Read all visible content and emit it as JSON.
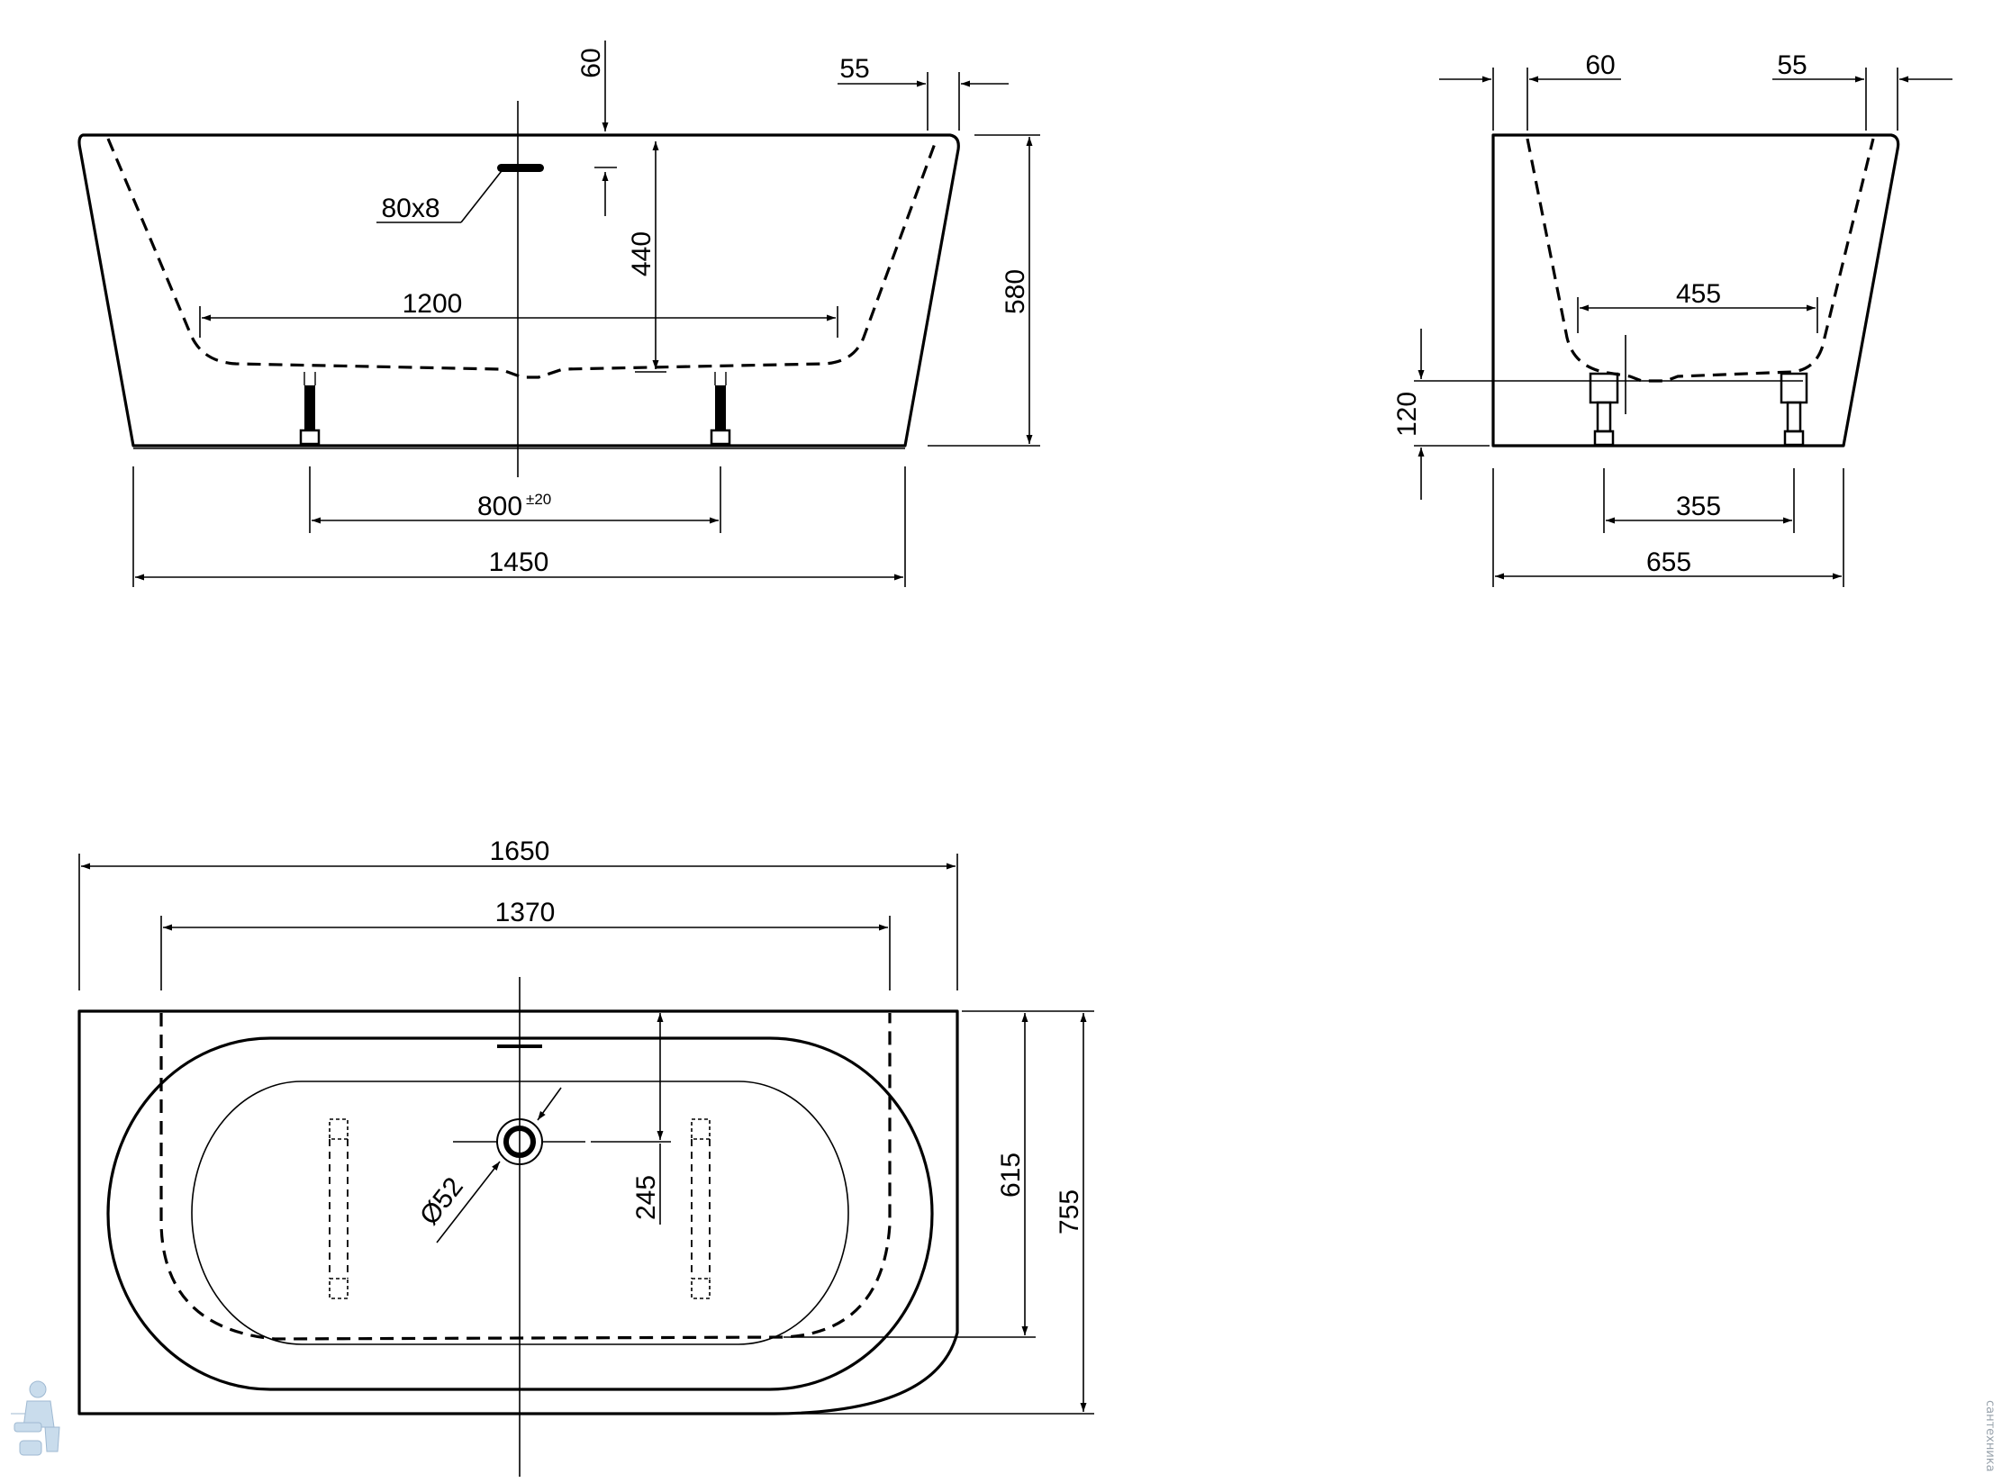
{
  "front_view": {
    "overflow_offset": "60",
    "rim_width": "55",
    "overflow_size": "80x8",
    "bottom_inner_length": "1200",
    "inner_depth": "440",
    "total_height": "580",
    "feet_spacing": "800",
    "feet_tolerance": "±20",
    "base_length": "1450"
  },
  "side_view": {
    "rim_left": "60",
    "rim_right": "55",
    "bottom_inner_width": "455",
    "foot_height": "120",
    "feet_spacing": "355",
    "base_width": "655"
  },
  "top_view": {
    "total_length": "1650",
    "inner_length": "1370",
    "drain_diameter": "Ø52",
    "drain_offset": "245",
    "inner_width": "615",
    "total_width": "755"
  },
  "watermark": "сантехника"
}
